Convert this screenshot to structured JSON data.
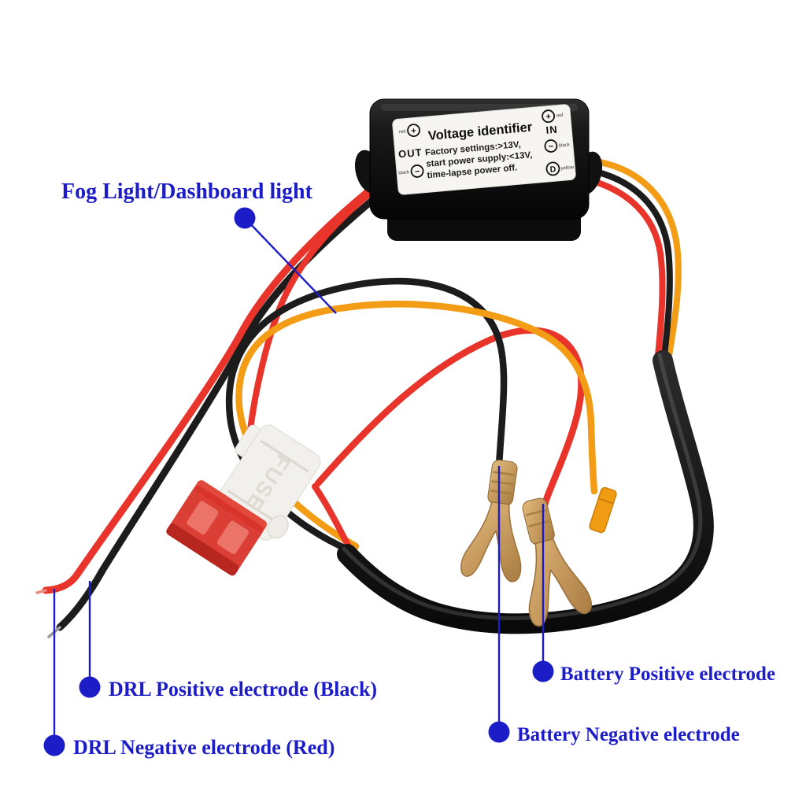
{
  "colors": {
    "background": "#ffffff",
    "annotation_blue": "#1d1dc8",
    "wire_red": "#e8342b",
    "wire_black": "#1c1c1c",
    "wire_orange": "#f39c15",
    "brass": "#c79a5e",
    "fuse_red": "#d8342a",
    "holder_white": "#f2f0ec",
    "device_black": "#141414",
    "label_white": "#f6f5f2"
  },
  "device": {
    "title": "Voltage identifier",
    "spec_lines": [
      "Factory settings:>13V,",
      "start power supply:<13V,",
      "time-lapse power off."
    ],
    "out": {
      "label": "OUT",
      "plus_tag": "red",
      "minus_tag": "black"
    },
    "in": {
      "label": "IN",
      "plus_tag": "red",
      "minus_tag": "black",
      "d_tag": "yellow"
    },
    "symbols": {
      "plus": "+",
      "minus": "−",
      "d": "D"
    }
  },
  "fuse": {
    "embossed_text": "FUSE"
  },
  "annotations": {
    "fog": {
      "text": "Fog Light/Dashboard light"
    },
    "drl_positive": {
      "text": "DRL Positive electrode (Black)"
    },
    "drl_negative": {
      "text": "DRL Negative electrode (Red)"
    },
    "battery_positive": {
      "text": "Battery Positive electrode"
    },
    "battery_negative": {
      "text": "Battery Negative electrode"
    }
  }
}
